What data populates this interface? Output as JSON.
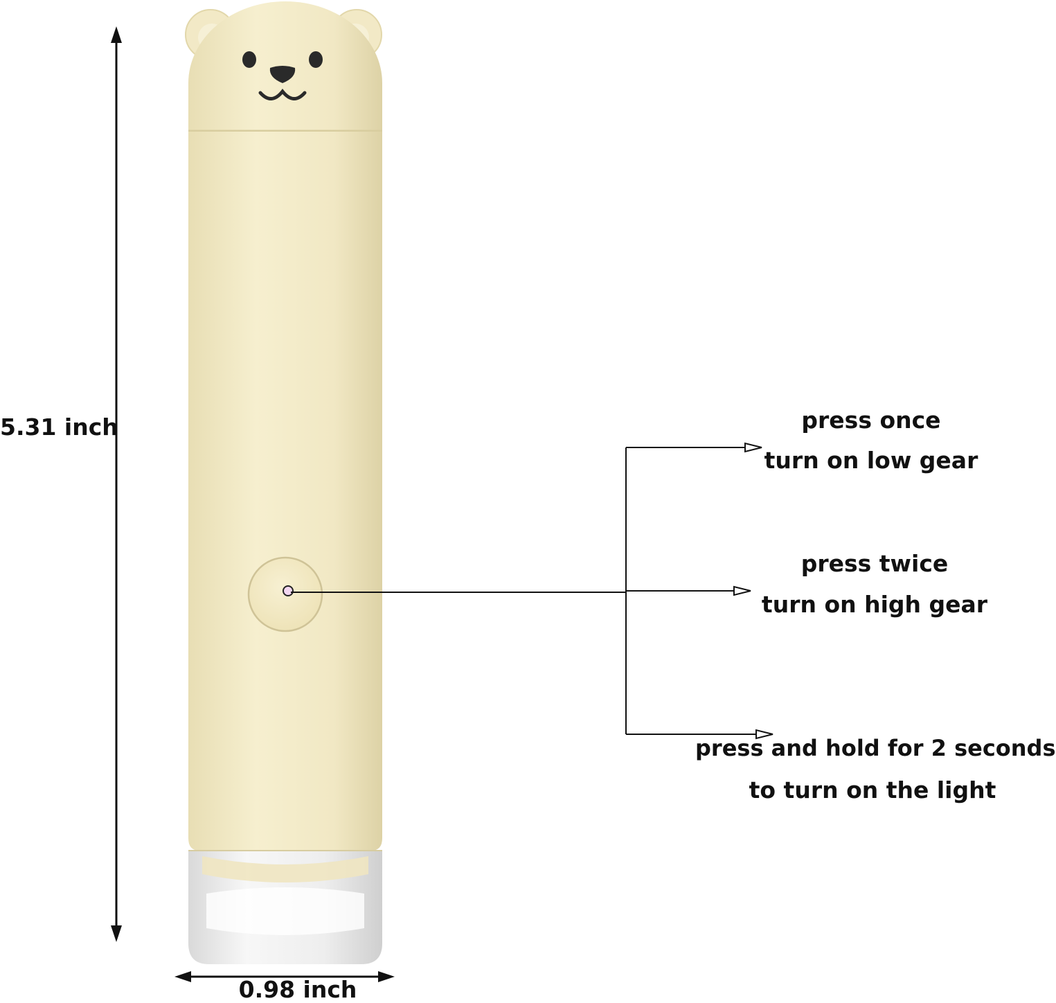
{
  "dimensions": {
    "height_label": "5.31 inch",
    "width_label": "0.98 inch"
  },
  "button_actions": [
    {
      "line1": "press once",
      "line2": "turn on low gear"
    },
    {
      "line1": "press twice",
      "line2": "turn on high gear"
    },
    {
      "line1": "press and hold for 2 seconds",
      "line2": "to turn on the light"
    }
  ],
  "colors": {
    "body": "#f3ebc8",
    "body_shade": "#e4d9ad",
    "accent_dot": "#f2d6f0",
    "text": "#111111"
  }
}
